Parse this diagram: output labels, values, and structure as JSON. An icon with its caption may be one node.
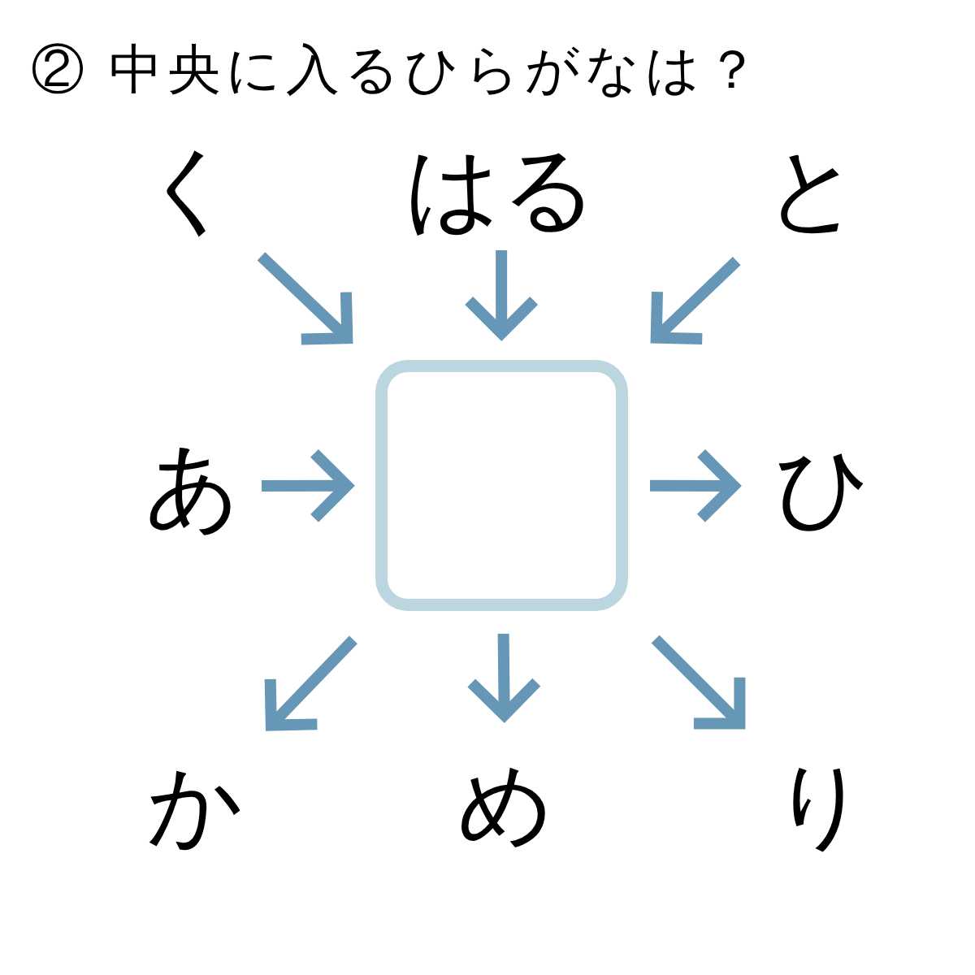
{
  "diagram": {
    "title": "② 中央に入るひらがなは？",
    "nodes": [
      {
        "text": [
          "く"
        ]
      },
      {
        "text": [
          "はる"
        ]
      },
      {
        "text": [
          "と"
        ]
      },
      {
        "text": [
          "あ"
        ]
      },
      {
        "text": [],
        "shape": "box"
      },
      {
        "text": [
          "ひ"
        ]
      },
      {
        "text": [
          "か"
        ]
      },
      {
        "text": [
          "め"
        ]
      },
      {
        "text": [
          "り"
        ]
      }
    ],
    "edges": [
      {
        "from": 0,
        "to": 4,
        "arrow": "to"
      },
      {
        "from": 1,
        "to": 4,
        "arrow": "to"
      },
      {
        "from": 2,
        "to": 4,
        "arrow": "to"
      },
      {
        "from": 3,
        "to": 4,
        "arrow": "to"
      },
      {
        "from": 4,
        "to": 5,
        "arrow": "to"
      },
      {
        "from": 4,
        "to": 6,
        "arrow": "to"
      },
      {
        "from": 4,
        "to": 7,
        "arrow": "to"
      },
      {
        "from": 4,
        "to": 8,
        "arrow": "to"
      }
    ]
  }
}
